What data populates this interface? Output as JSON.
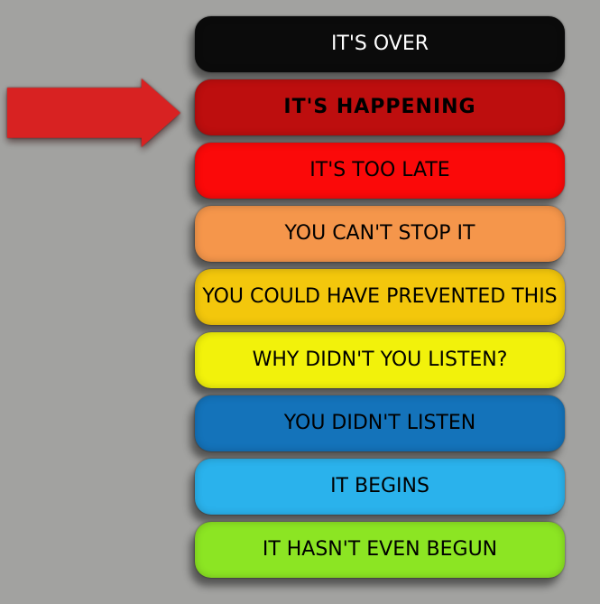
{
  "page": {
    "background_color": "#a2a2a0",
    "description": "Stages meme: column of colored pill bars with a red arrow indicating the current stage"
  },
  "arrow": {
    "icon": "red-right-arrow-icon",
    "color": "#d82222",
    "points_to": "IT'S HAPPENING"
  },
  "stages": [
    {
      "label": "IT'S OVER",
      "bg": "#0b0b0b",
      "text_color": "#ffffff",
      "bold": false
    },
    {
      "label": "IT'S HAPPENING",
      "bg": "#bd0e0e",
      "text_color": "#000000",
      "bold": true
    },
    {
      "label": "IT'S TOO LATE",
      "bg": "#fb0909",
      "text_color": "#000000",
      "bold": false
    },
    {
      "label": "YOU CAN'T STOP IT",
      "bg": "#f5964b",
      "text_color": "#000000",
      "bold": false
    },
    {
      "label": "YOU COULD HAVE PREVENTED THIS",
      "bg": "#f3c70c",
      "text_color": "#000000",
      "bold": false
    },
    {
      "label": "WHY DIDN'T YOU LISTEN?",
      "bg": "#f2f20b",
      "text_color": "#000000",
      "bold": false
    },
    {
      "label": "YOU DIDN'T LISTEN",
      "bg": "#1473ba",
      "text_color": "#000000",
      "bold": false
    },
    {
      "label": "IT BEGINS",
      "bg": "#2ab2ec",
      "text_color": "#000000",
      "bold": false
    },
    {
      "label": "IT HASN'T EVEN BEGUN",
      "bg": "#8ce523",
      "text_color": "#000000",
      "bold": false
    }
  ]
}
